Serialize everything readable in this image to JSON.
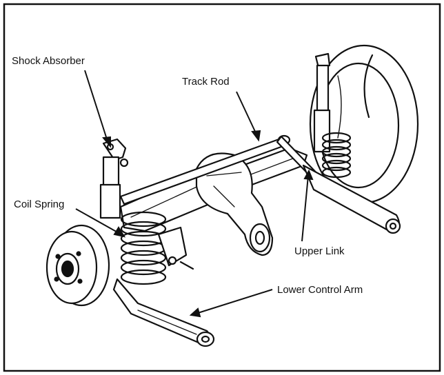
{
  "figure": {
    "labels": {
      "shock_absorber": "Shock Absorber",
      "track_rod": "Track Rod",
      "coil_spring": "Coil Spring",
      "upper_link": "Upper Link",
      "lower_control_arm": "Lower Control Arm"
    },
    "colors": {
      "ink": "#111111",
      "paper": "#ffffff"
    }
  }
}
